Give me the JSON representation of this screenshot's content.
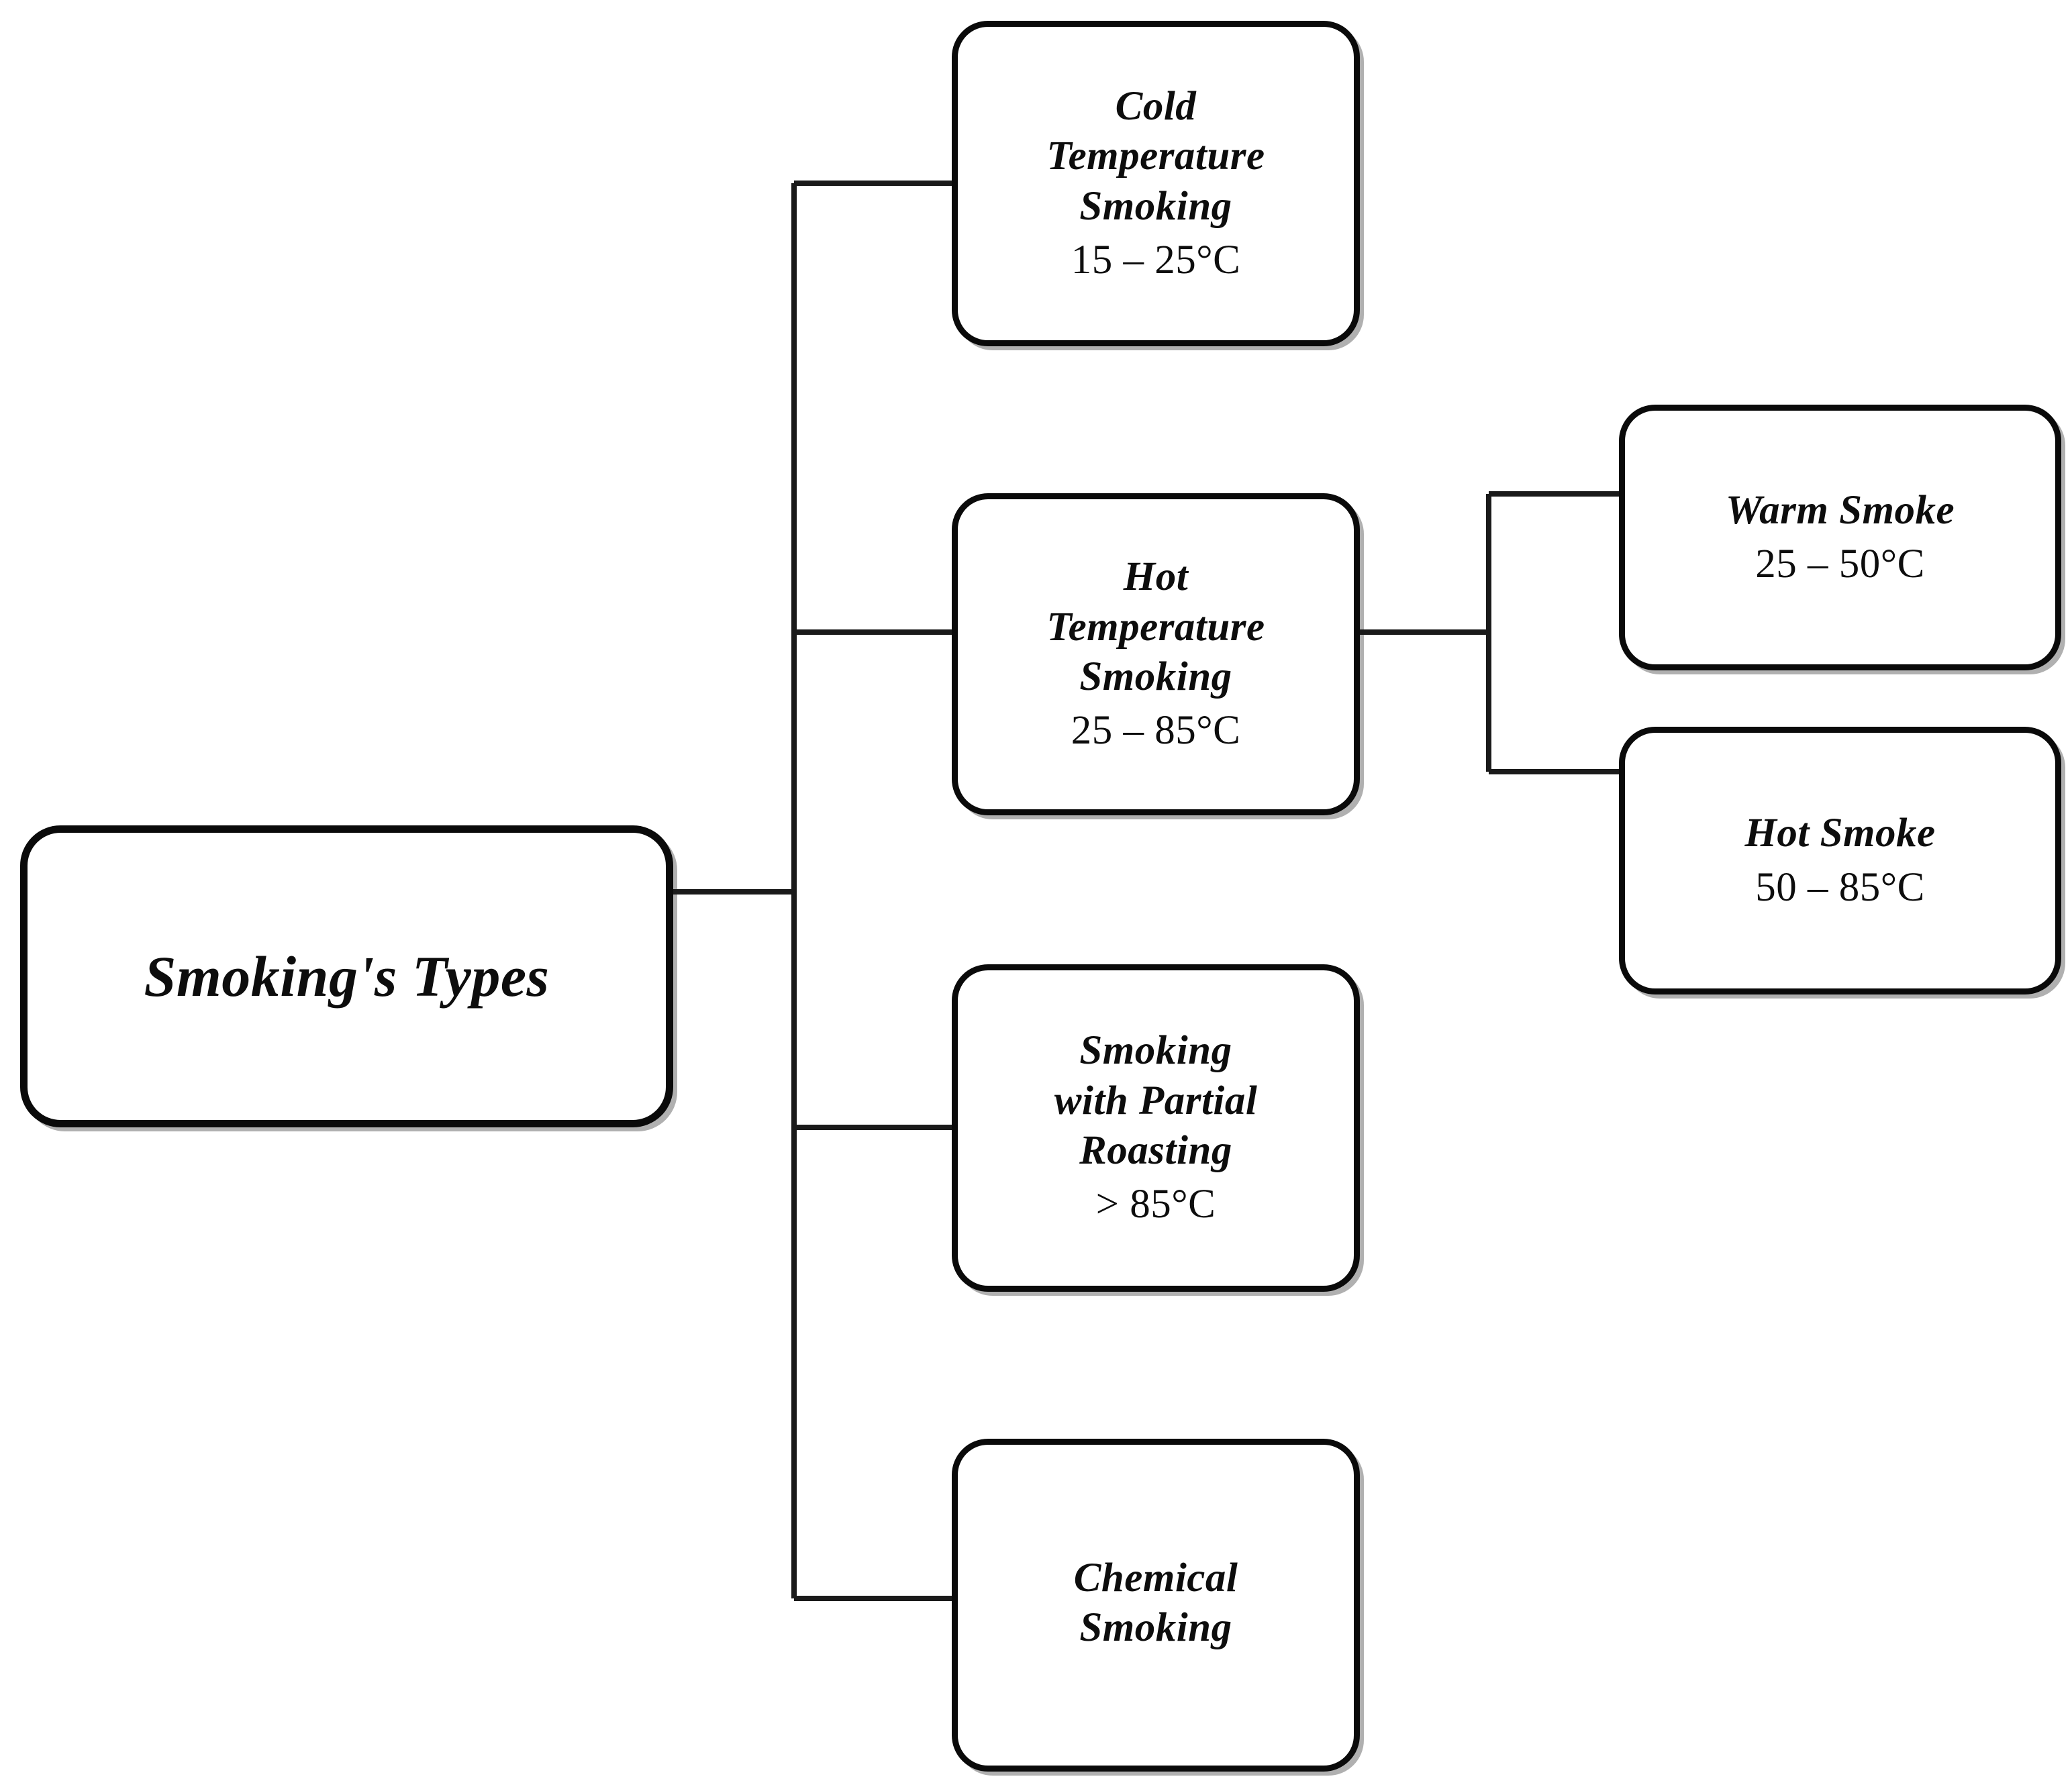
{
  "diagram": {
    "title": "Smoking's Types classification tree",
    "orientation": "left-to-right hierarchy",
    "line_color": "#1a1a1a",
    "box_border_color": "#0a0a0a",
    "background_color": "#ffffff"
  },
  "root": {
    "label": "Smoking's Types"
  },
  "branches": [
    {
      "id": "cold-temperature-smoking",
      "title": "Cold\nTemperature\nSmoking",
      "temperature": "15 – 25°C"
    },
    {
      "id": "hot-temperature-smoking",
      "title": "Hot\nTemperature\nSmoking",
      "temperature": "25 – 85°C"
    },
    {
      "id": "smoking-with-partial-roasting",
      "title": "Smoking\nwith Partial\nRoasting",
      "temperature": "> 85°C"
    },
    {
      "id": "chemical-smoking",
      "title": "Chemical\nSmoking",
      "temperature": ""
    }
  ],
  "sub_branches": [
    {
      "id": "warm-smoke",
      "parent": "hot-temperature-smoking",
      "title": "Warm Smoke",
      "temperature": "25 – 50°C"
    },
    {
      "id": "hot-smoke",
      "parent": "hot-temperature-smoking",
      "title": "Hot Smoke",
      "temperature": "50 – 85°C"
    }
  ]
}
